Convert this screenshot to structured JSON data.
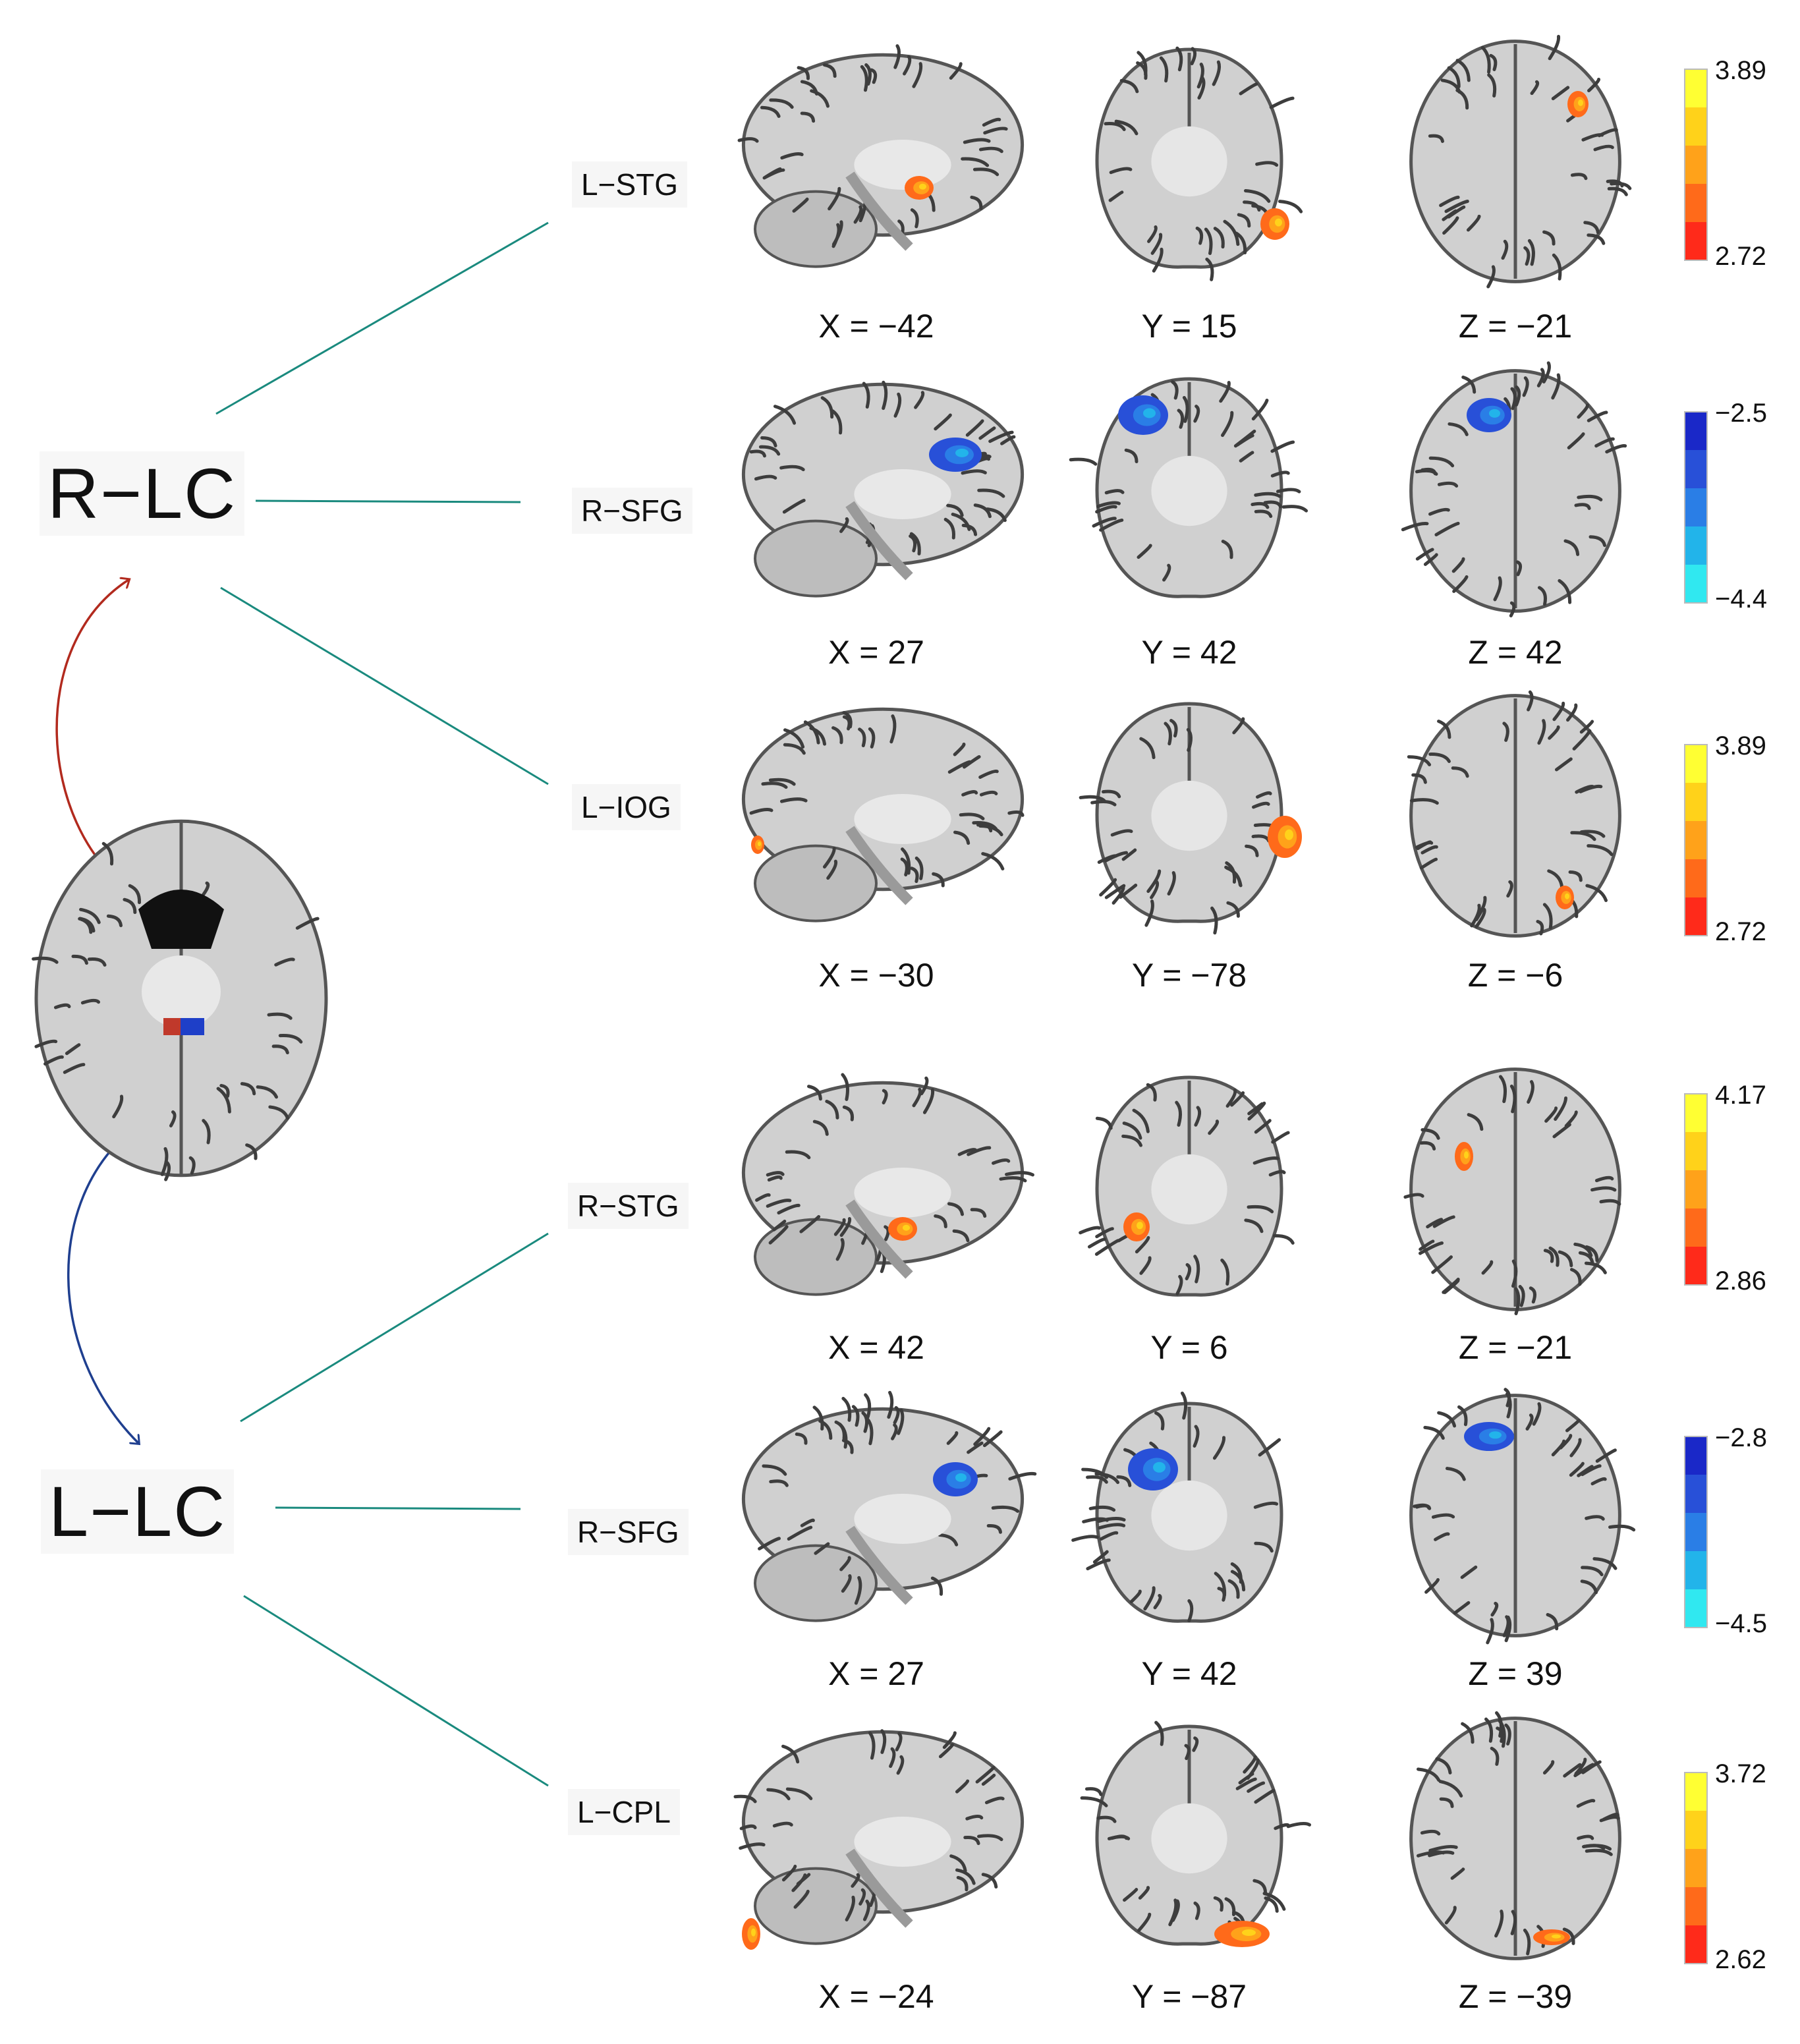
{
  "seed_brain": {
    "name": "locus-coeruleus-axial-slice"
  },
  "seeds": [
    {
      "id": "r-lc",
      "label": "R−LC",
      "arrow_color": "#b22a1e"
    },
    {
      "id": "l-lc",
      "label": "L−LC",
      "arrow_color": "#1f3f8f"
    }
  ],
  "connector_color": "#1a8a7e",
  "hot_colors": [
    "#ff2a1a",
    "#ff6a1a",
    "#ffa21a",
    "#ffd21a",
    "#ffff33"
  ],
  "cold_colors": [
    "#30e8f0",
    "#22b4ea",
    "#2a7ee6",
    "#2850d8",
    "#1a28c8"
  ],
  "rows": [
    {
      "region": "L−STG",
      "seed": "R−LC",
      "scale": "hot",
      "max": "3.89",
      "min": "2.72",
      "coords": [
        "X = −42",
        "Y = 15",
        "Z = −21"
      ]
    },
    {
      "region": "R−SFG",
      "seed": "R−LC",
      "scale": "cold",
      "max": "−2.5",
      "min": "−4.4",
      "coords": [
        "X = 27",
        "Y = 42",
        "Z = 42"
      ]
    },
    {
      "region": "L−IOG",
      "seed": "R−LC",
      "scale": "hot",
      "max": "3.89",
      "min": "2.72",
      "coords": [
        "X = −30",
        "Y = −78",
        "Z = −6"
      ]
    },
    {
      "region": "R−STG",
      "seed": "L−LC",
      "scale": "hot",
      "max": "4.17",
      "min": "2.86",
      "coords": [
        "X = 42",
        "Y = 6",
        "Z = −21"
      ]
    },
    {
      "region": "R−SFG",
      "seed": "L−LC",
      "scale": "cold",
      "max": "−2.8",
      "min": "−4.5",
      "coords": [
        "X = 27",
        "Y = 42",
        "Z = 39"
      ]
    },
    {
      "region": "L−CPL",
      "seed": "L−LC",
      "scale": "hot",
      "max": "3.72",
      "min": "2.62",
      "coords": [
        "X = −24",
        "Y = −87",
        "Z = −39"
      ]
    }
  ]
}
